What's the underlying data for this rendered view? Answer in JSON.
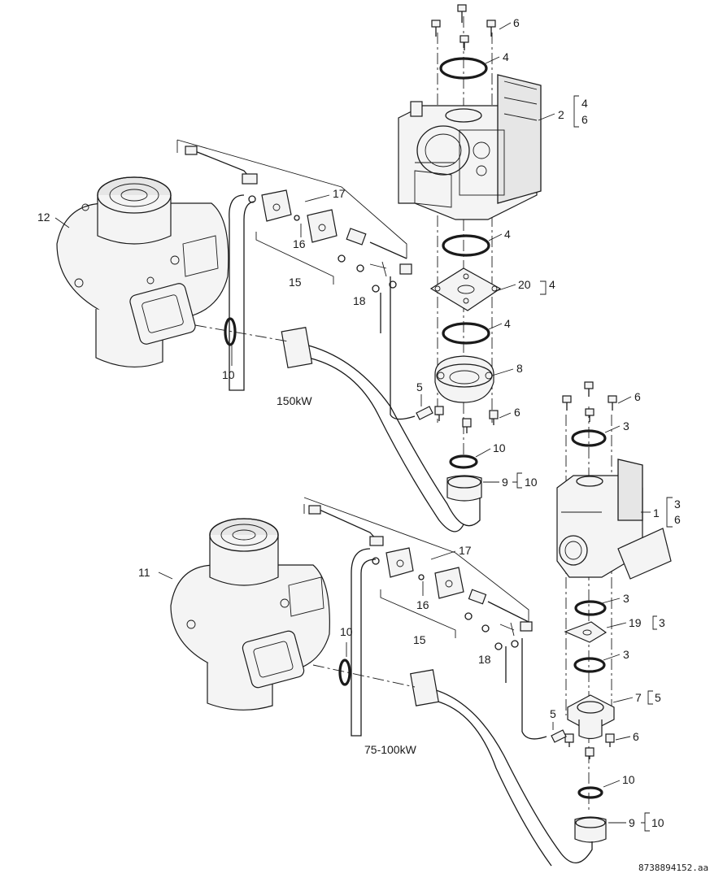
{
  "document_ref": "8738894152.aa",
  "captions": {
    "upper": "150kW",
    "lower": "75-100kW"
  },
  "callouts": {
    "c_6a": "6",
    "c_4a": "4",
    "c_2": "2",
    "c_2_sub1": "4",
    "c_2_sub2": "6",
    "c_17a": "17",
    "c_12": "12",
    "c_16a": "16",
    "c_15a": "15",
    "c_18a": "18",
    "c_4b": "4",
    "c_20": "20",
    "c_20_sub": "4",
    "c_4c": "4",
    "c_8": "8",
    "c_10a": "10",
    "c_5a": "5",
    "c_6b": "6",
    "c_10b": "10",
    "c_9a": "9",
    "c_9a_sub": "10",
    "c_6c": "6",
    "c_3a": "3",
    "c_1": "1",
    "c_1_sub1": "3",
    "c_1_sub2": "6",
    "c_17b": "17",
    "c_11": "11",
    "c_16b": "16",
    "c_15b": "15",
    "c_18b": "18",
    "c_10c": "10",
    "c_3b": "3",
    "c_19": "19",
    "c_19_sub": "3",
    "c_3c": "3",
    "c_7": "7",
    "c_7_sub": "5",
    "c_5b": "5",
    "c_6d": "6",
    "c_10d": "10",
    "c_9b": "9",
    "c_9b_sub": "10"
  }
}
